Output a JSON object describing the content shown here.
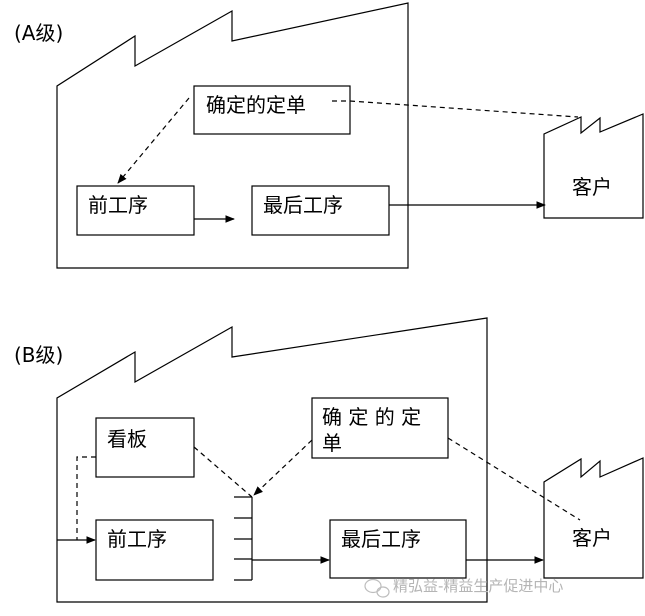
{
  "diagram_a": {
    "level_label": "(A级)",
    "confirmed_order": "确定的定单",
    "front_process": "前工序",
    "final_process": "最后工序",
    "customer": "客户"
  },
  "diagram_b": {
    "level_label": "(B级)",
    "kanban": "看板",
    "confirmed_order_line1": "确 定 的 定",
    "confirmed_order_line2": "单",
    "front_process": "前工序",
    "final_process": "最后工序",
    "customer": "客户"
  },
  "watermark": "精弘益-精益生产促进中心"
}
